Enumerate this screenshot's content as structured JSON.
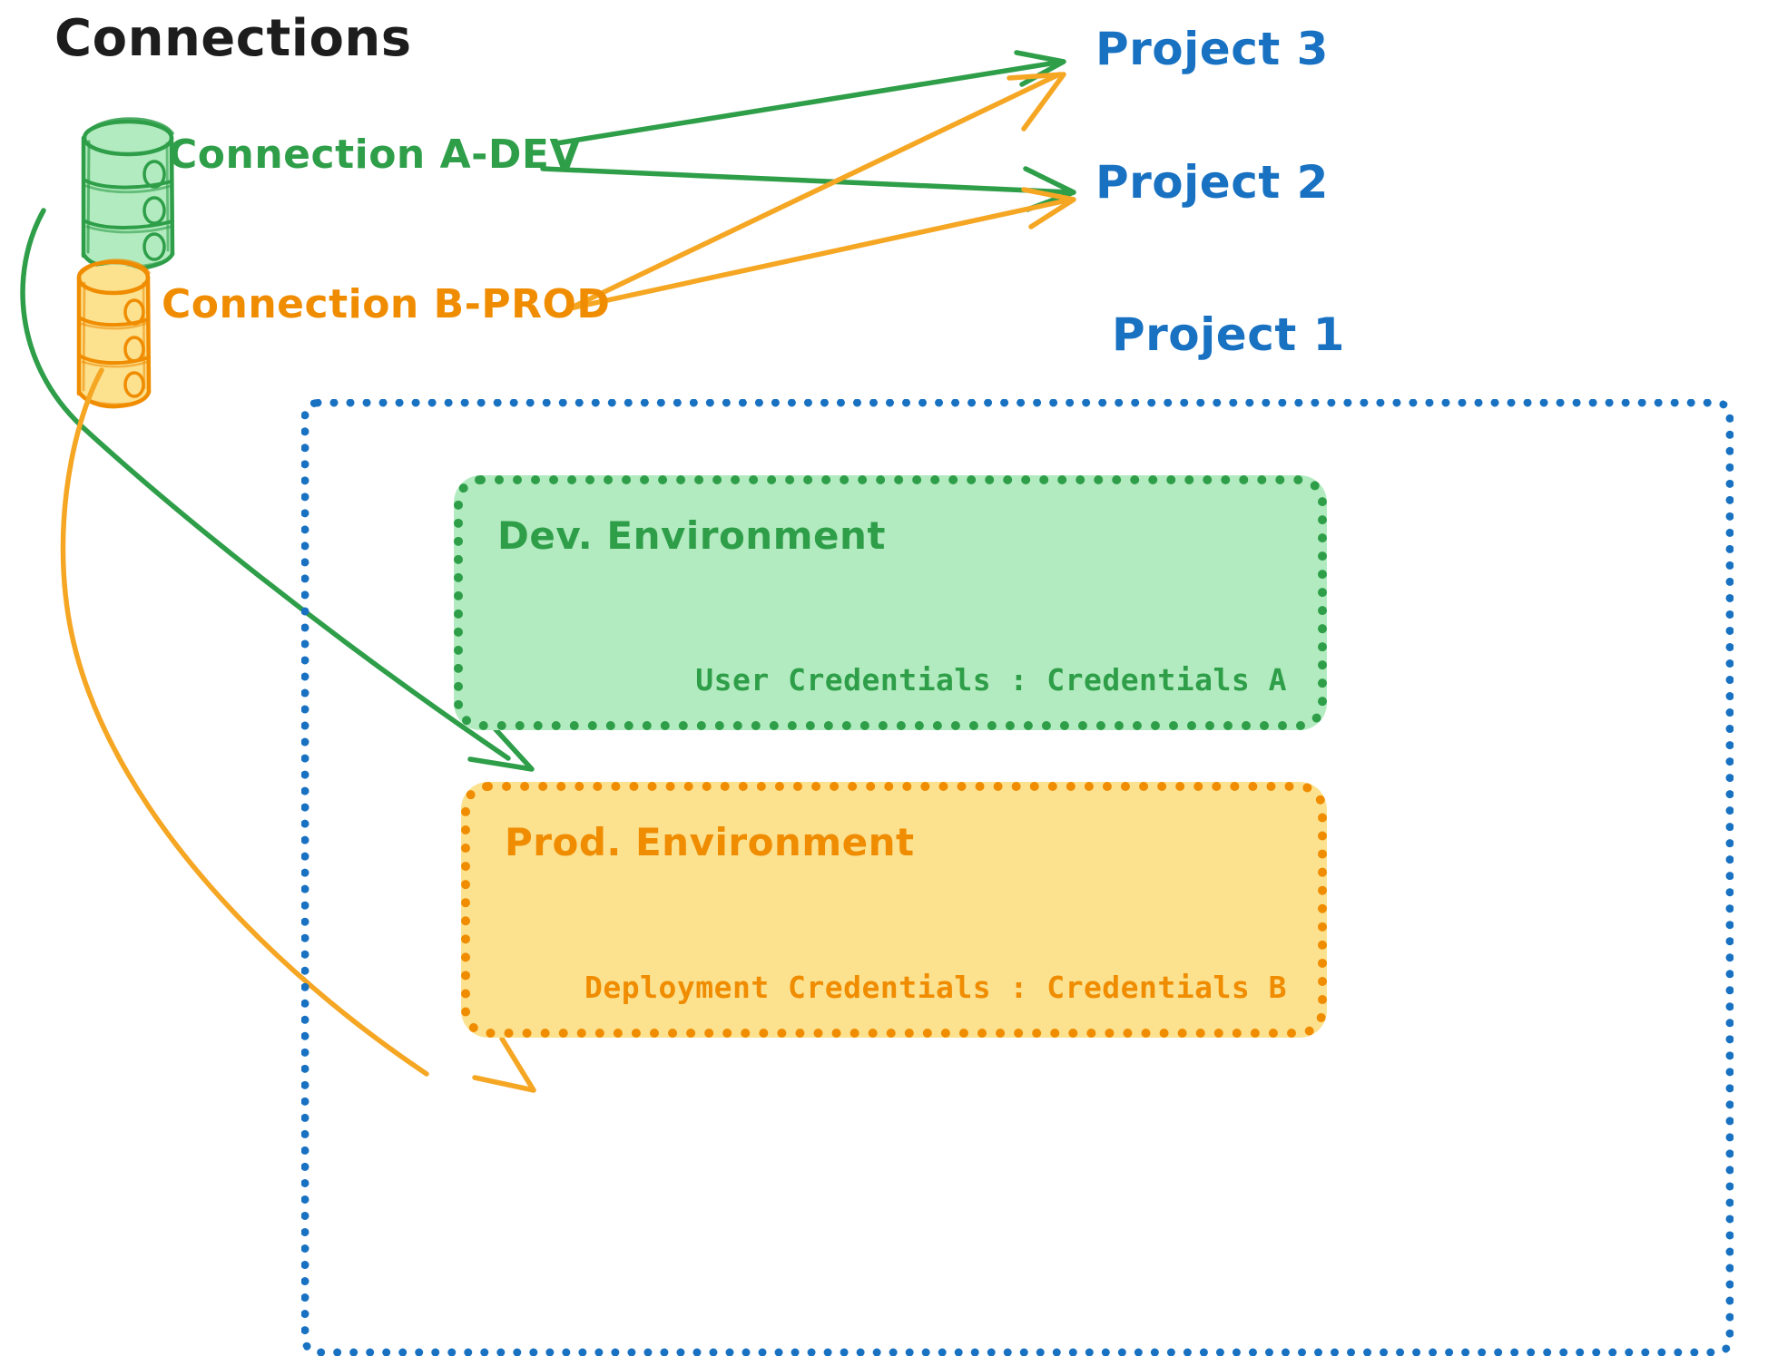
{
  "diagram": {
    "title": "Connections",
    "title_color": "#1d1d1d",
    "colors": {
      "dev_green_stroke": "#2E9E49",
      "dev_green_fill": "#B2EBBF",
      "prod_orange_stroke": "#F08C00",
      "prod_orange_fill": "#FCE18F",
      "project_blue": "#1971C2",
      "background": "#FFFFFF"
    },
    "connections": [
      {
        "id": "connection-a-dev",
        "label": "Connection A-DEV",
        "color": "#2E9E49",
        "icon": "database-cylinder-icon",
        "targets": [
          "Project 3",
          "Project 2",
          "Dev. Environment"
        ]
      },
      {
        "id": "connection-b-prod",
        "label": "Connection B-PROD",
        "color": "#F08C00",
        "icon": "database-cylinder-icon",
        "targets": [
          "Project 3",
          "Project 2",
          "Prod. Environment"
        ]
      }
    ],
    "projects": [
      {
        "id": "project-3",
        "label": "Project 3"
      },
      {
        "id": "project-2",
        "label": "Project 2"
      },
      {
        "id": "project-1",
        "label": "Project 1"
      }
    ],
    "project1_container": {
      "label": "Project 1",
      "border_style": "dotted",
      "border_color": "#1971C2",
      "environments": [
        {
          "id": "dev-environment",
          "title": "Dev. Environment",
          "credentials_label": "User Credentials : Credentials A",
          "stroke": "#2E9E49",
          "fill": "#B2EBBF"
        },
        {
          "id": "prod-environment",
          "title": "Prod. Environment",
          "credentials_label": "Deployment Credentials : Credentials B",
          "stroke": "#F08C00",
          "fill": "#FCE18F"
        }
      ]
    }
  }
}
